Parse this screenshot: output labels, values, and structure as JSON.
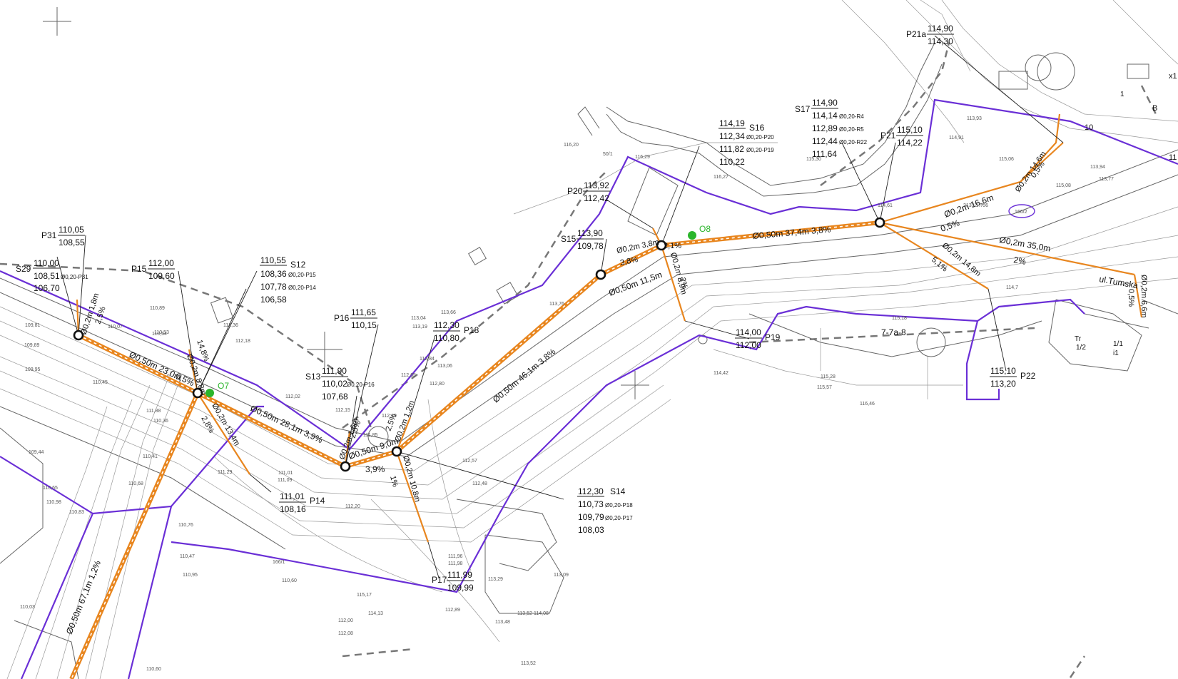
{
  "colors": {
    "boundary": "#6a2fd6",
    "pipe": "#e8861f",
    "background_lines": "#666666",
    "marker": "#2bb52b"
  },
  "wells": [
    {
      "id": "S29",
      "values": [
        "110,00",
        "108,51",
        "106,70"
      ],
      "notes": [
        "Ø0,20-P31"
      ]
    },
    {
      "id": "S12",
      "values": [
        "110,55",
        "108,36",
        "107,78",
        "106,58"
      ],
      "notes": [
        "Ø0,20-P15",
        "Ø0,20-P14"
      ]
    },
    {
      "id": "S13",
      "values": [
        "111,90",
        "110,02",
        "107,68"
      ],
      "notes": [
        "Ø0,20-P16"
      ]
    },
    {
      "id": "S14",
      "values": [
        "112,30",
        "110,73",
        "109,79",
        "108,03"
      ],
      "notes": [
        "Ø0,20-P18",
        "Ø0,20-P17"
      ]
    },
    {
      "id": "S15",
      "values": [
        "113,90",
        "109,78"
      ],
      "notes": []
    },
    {
      "id": "S16",
      "values": [
        "114,19",
        "112,34",
        "111,82",
        "110,22"
      ],
      "notes": [
        "Ø0,20-P20",
        "Ø0,20-P19"
      ]
    },
    {
      "id": "S17",
      "values": [
        "114,90",
        "114,14",
        "112,89",
        "112,44",
        "111,64"
      ],
      "notes": [
        "Ø0,20-R4",
        "Ø0,20-R5",
        "Ø0,20-R22"
      ]
    }
  ],
  "inlets": [
    {
      "id": "P31",
      "top": "110,05",
      "bottom": "108,55"
    },
    {
      "id": "P15",
      "top": "112,00",
      "bottom": "109,60"
    },
    {
      "id": "P16",
      "top": "111,65",
      "bottom": "110,15"
    },
    {
      "id": "P18",
      "top": "112,30",
      "bottom": "110,80"
    },
    {
      "id": "P14",
      "top": "111,01",
      "bottom": "108,16"
    },
    {
      "id": "P17",
      "top": "111,99",
      "bottom": "109,99"
    },
    {
      "id": "P20",
      "top": "113,92",
      "bottom": "112,42"
    },
    {
      "id": "P19",
      "top": "114,00",
      "bottom": "112,00"
    },
    {
      "id": "P21",
      "top": "115,10",
      "bottom": "114,22"
    },
    {
      "id": "P21a",
      "top": "114,90",
      "bottom": "114,30"
    },
    {
      "id": "P22",
      "top": "115,10",
      "bottom": "113,20"
    }
  ],
  "pipes": [
    {
      "label": "Ø0,50m 67,1m 1,2%"
    },
    {
      "label": "Ø0,2m 1,8m",
      "slope": "2,5%"
    },
    {
      "label": "Ø0,50m 23,0m",
      "slope": "0,5%"
    },
    {
      "label": "Ø0,2m 8,8m",
      "slope": "14,8%"
    },
    {
      "label": "Ø0,2m 13,4m",
      "slope": "2,8%"
    },
    {
      "label": "Ø0,50m 28,1m 3,9%"
    },
    {
      "label": "Ø0,2m 1,6m",
      "slope": "2,5%"
    },
    {
      "label": "Ø0,50m 9,0m",
      "slope": "3,9%"
    },
    {
      "label": "Ø0,2m 1,2m",
      "slope": "2,5%"
    },
    {
      "label": "Ø0,2m 10,8m",
      "slope": "1%"
    },
    {
      "label": "Ø0,50m 46,1m 3,8%"
    },
    {
      "label": "Ø0,50m 11,5m"
    },
    {
      "label": "Ø0,2m 3,8m",
      "slope": "3,8%"
    },
    {
      "label": "Ø0,2m 8,9m",
      "slope": "2%"
    },
    {
      "label": "Ø0,50m 37,4m 3,8%"
    },
    {
      "label": "Ø0,2m 16,6m",
      "slope": "0,5%"
    },
    {
      "label": "Ø0,2m 14,6m",
      "slope": "0,5%"
    },
    {
      "label": "Ø0,2m 14,8m",
      "slope": "5,1%"
    },
    {
      "label": "Ø0,2m 35,0m",
      "slope": "2%"
    },
    {
      "label": "Ø0,2m 6,6m",
      "slope": "0,5%"
    }
  ],
  "misc": {
    "trees": [
      "O7",
      "O8"
    ],
    "street": "ul.Tumska",
    "parcel_166_2": "166/2",
    "parcel_7_7a_8": "7-7a-8",
    "parcel_50_1": "50/1",
    "parcel_2133": "2133/17/56",
    "parcel_166_1": "166/1",
    "slope_2_1": "2,1%",
    "labels_right": [
      "1/1",
      "1/2",
      "i1",
      "Tr",
      "1",
      "B",
      "10",
      "11",
      "x1"
    ],
    "spot_heights": [
      "116,20",
      "116,29",
      "116,27",
      "115,30",
      "114,61",
      "114,91",
      "115,06",
      "115,08",
      "114,7",
      "115,28",
      "115,57",
      "116,46",
      "115,18",
      "114,42",
      "113,76",
      "113,66",
      "113,19",
      "112,84",
      "112,65",
      "112,80",
      "113,06",
      "113,04",
      "112,57",
      "112,48",
      "111,85",
      "112,19",
      "112,15",
      "112,02",
      "112,18",
      "112,36",
      "112,20",
      "111,96",
      "111,98",
      "112,89",
      "113,29",
      "113,52",
      "113,48",
      "112,00",
      "112,08",
      "113,52",
      "114,08",
      "113,09",
      "111,01",
      "111,09",
      "110,60",
      "110,89",
      "110,53",
      "110,07",
      "109,81",
      "109,89",
      "109,95",
      "109,44",
      "110,54",
      "110,65",
      "110,98",
      "110,83",
      "110,03",
      "110,45",
      "110,68",
      "110,76",
      "110,95",
      "110,47",
      "110,41",
      "110,36",
      "111,88",
      "111,29",
      "110,60",
      "115,17",
      "114,13",
      "113,93",
      "113,94",
      "113,77"
    ]
  }
}
